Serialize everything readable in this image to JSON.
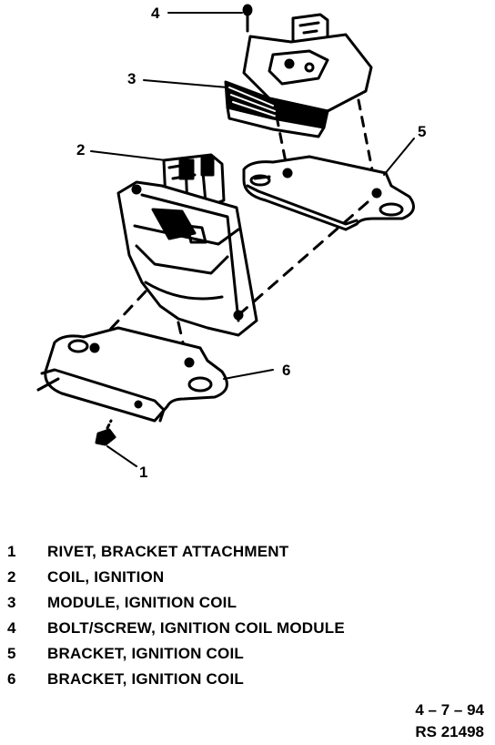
{
  "callouts": {
    "c1": "1",
    "c2": "2",
    "c3": "3",
    "c4": "4",
    "c5": "5",
    "c6": "6"
  },
  "legend": [
    {
      "num": "1",
      "text": "RIVET, BRACKET ATTACHMENT"
    },
    {
      "num": "2",
      "text": "COIL, IGNITION"
    },
    {
      "num": "3",
      "text": "MODULE, IGNITION COIL"
    },
    {
      "num": "4",
      "text": "BOLT/SCREW, IGNITION COIL MODULE"
    },
    {
      "num": "5",
      "text": "BRACKET, IGNITION COIL"
    },
    {
      "num": "6",
      "text": "BRACKET, IGNITION COIL"
    }
  ],
  "reference": {
    "date": "4 – 7 – 94",
    "code": "RS 21498"
  }
}
